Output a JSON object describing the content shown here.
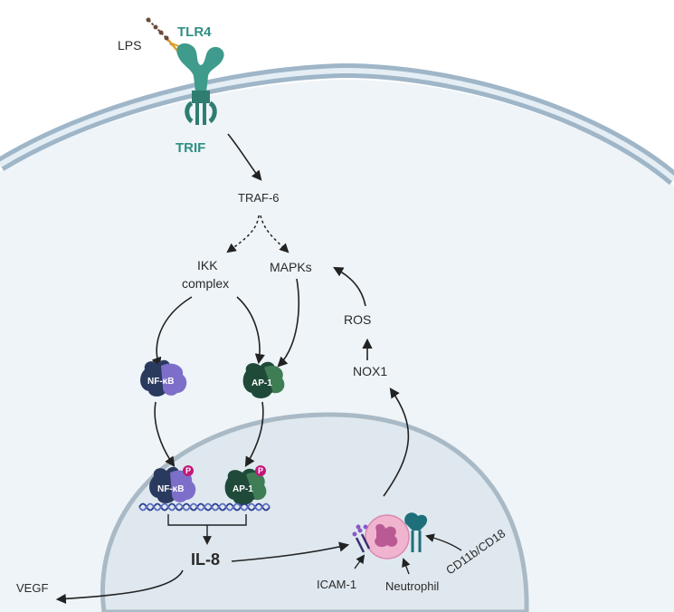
{
  "labels": {
    "lps": "LPS",
    "tlr4": "TLR4",
    "trif": "TRIF",
    "traf6": "TRAF-6",
    "ikk_line1": "IKK",
    "ikk_line2": "complex",
    "mapks": "MAPKs",
    "ros": "ROS",
    "nox1": "NOX1",
    "nfkb_cyto": "NF-κB",
    "ap1_cyto": "AP-1",
    "nfkb_nuc": "NF-κB",
    "ap1_nuc": "AP-1",
    "phospho_a": "P",
    "phospho_b": "P",
    "il8": "IL-8",
    "vegf": "VEGF",
    "icam1": "ICAM-1",
    "neutrophil": "Neutrophil",
    "cd11b": "CD11b/CD18"
  },
  "colors": {
    "membrane_outer": "#9fb6c8",
    "membrane_inner": "#d9e6ee",
    "cytoplasm": "#eef4f8",
    "nucleus_fill": "#dfe8ee",
    "nucleus_edge": "#a9bac6",
    "tlr4": "#3f9b8c",
    "nfkb": "#7d6fc9",
    "ap1": "#2f6d4c",
    "phospho": "#c2187a",
    "dna": "#2b3b8f",
    "neutrophil": "#f0b4cf",
    "nucleus_neutrophil": "#b04a8a",
    "arrow": "#222222"
  }
}
